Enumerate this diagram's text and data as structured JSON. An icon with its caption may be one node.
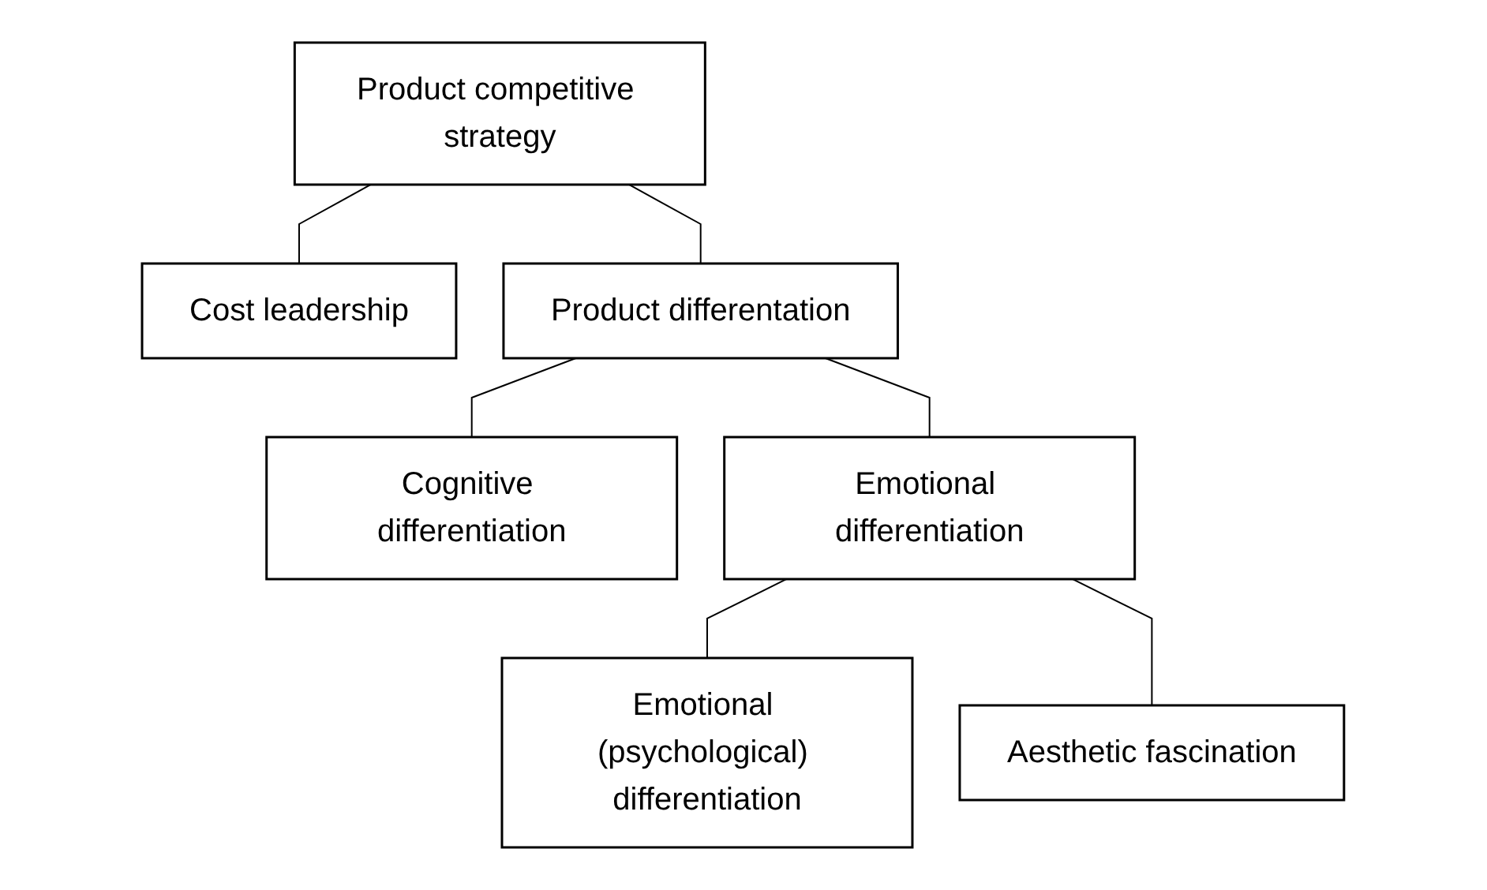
{
  "diagram": {
    "nodes": [
      {
        "text": [
          "Product competitive strategy"
        ]
      },
      {
        "text": [
          "Cost leadership"
        ]
      },
      {
        "text": [
          "Product differentation"
        ]
      },
      {
        "text": [
          "Cognitive differentiation"
        ]
      },
      {
        "text": [
          "Emotional differentiation"
        ]
      },
      {
        "text": [
          "Emotional (psychological) differentiation"
        ]
      },
      {
        "text": [
          "Aesthetic fascination"
        ]
      }
    ],
    "edges": [
      {
        "from": 0,
        "to": 1,
        "arrow": "none"
      },
      {
        "from": 0,
        "to": 2,
        "arrow": "none"
      },
      {
        "from": 2,
        "to": 3,
        "arrow": "none"
      },
      {
        "from": 2,
        "to": 4,
        "arrow": "none"
      },
      {
        "from": 4,
        "to": 5,
        "arrow": "none"
      },
      {
        "from": 4,
        "to": 6,
        "arrow": "none"
      }
    ]
  }
}
